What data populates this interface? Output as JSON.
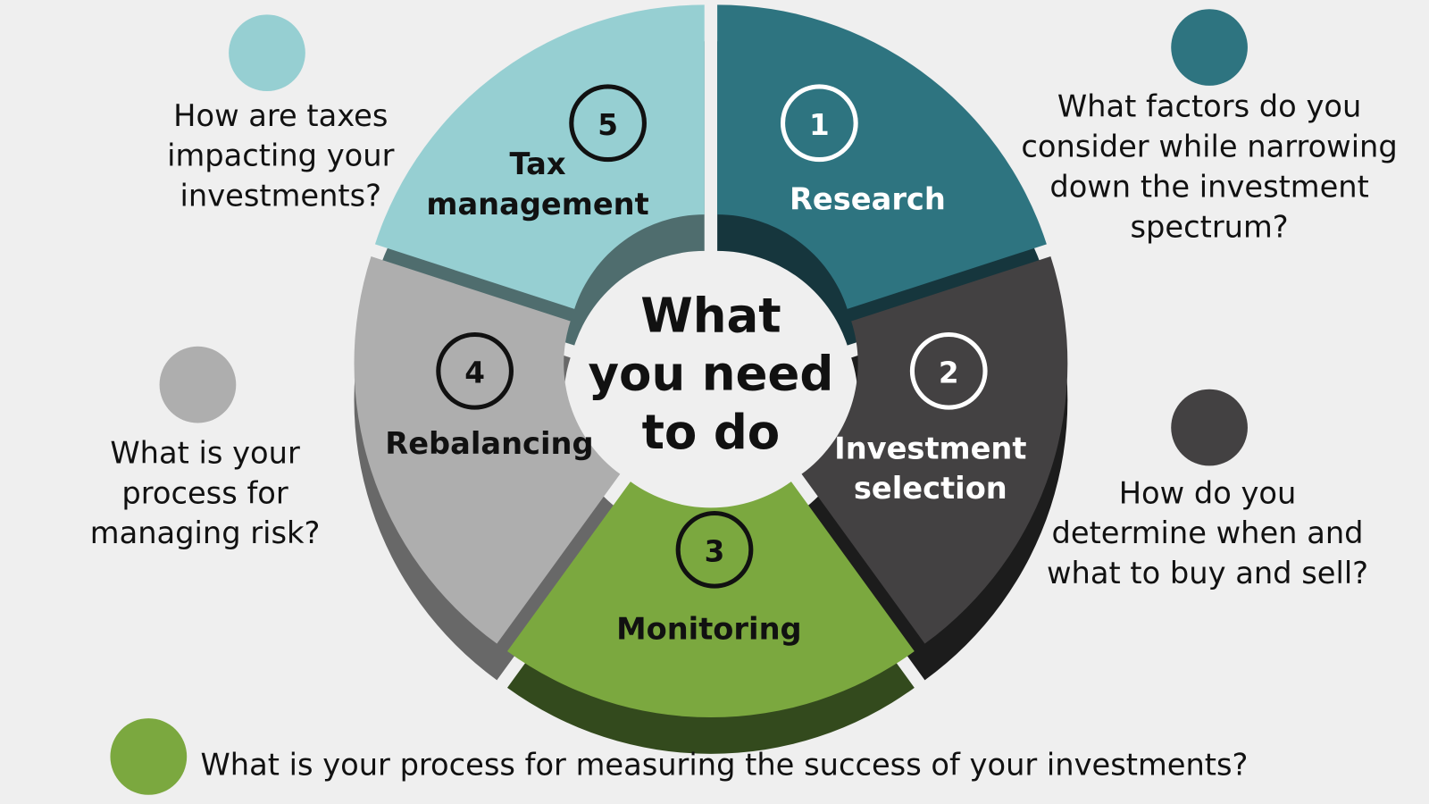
{
  "center_title": [
    "What",
    "you need",
    "to do"
  ],
  "steps": [
    {
      "number": "1",
      "label": [
        "Research"
      ],
      "color": "#2e7480",
      "shade": "#16363d",
      "text_color": "#ffffff",
      "question": [
        "What factors do you",
        "consider while narrowing",
        "down the investment",
        "spectrum?"
      ]
    },
    {
      "number": "2",
      "label": [
        "Investment",
        "selection"
      ],
      "color": "#434142",
      "shade": "#1c1c1c",
      "text_color": "#ffffff",
      "question": [
        "How do you",
        "determine when and",
        "what to buy and sell?"
      ]
    },
    {
      "number": "3",
      "label": [
        "Monitoring"
      ],
      "color": "#7ba83f",
      "shade": "#334a1d",
      "text_color": "#111111",
      "question": [
        "What is your process for measuring the success of your investments?"
      ]
    },
    {
      "number": "4",
      "label": [
        "Rebalancing"
      ],
      "color": "#aeaeae",
      "shade": "#686868",
      "text_color": "#111111",
      "question": [
        "What is your",
        "process for",
        "managing risk?"
      ]
    },
    {
      "number": "5",
      "label": [
        "Tax",
        "management"
      ],
      "color": "#96cfd2",
      "shade": "#4f6d6e",
      "text_color": "#111111",
      "question": [
        "How are taxes",
        "impacting your",
        "investments?"
      ]
    }
  ]
}
